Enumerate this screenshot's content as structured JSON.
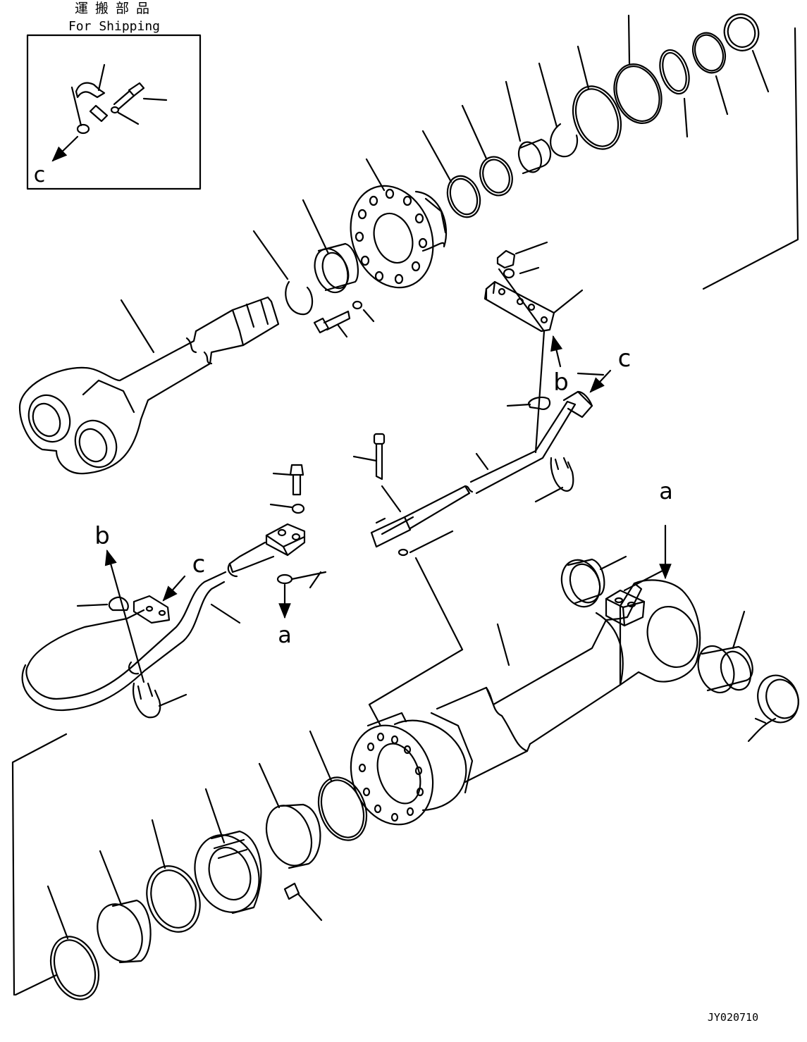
{
  "shipping_box": {
    "title_jp": "運 搬 部 品",
    "title_en": "For Shipping",
    "arrow_label": "c"
  },
  "callouts": {
    "a_top": "a",
    "a_bottom": "a",
    "b_right": "b",
    "b_left": "b",
    "c_right": "c",
    "c_left": "c"
  },
  "drawing_code": "JY020710"
}
